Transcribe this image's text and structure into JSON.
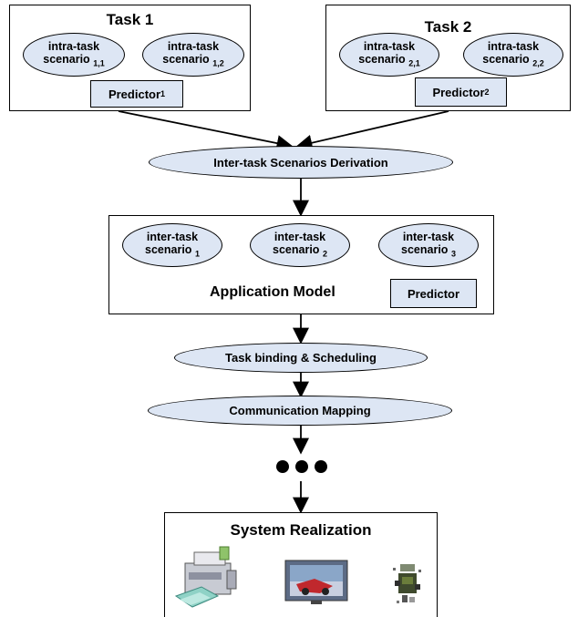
{
  "task1": {
    "title": "Task 1",
    "scenario_a": {
      "line1": "intra-task",
      "line2": "scenario",
      "sub": "1,1"
    },
    "scenario_b": {
      "line1": "intra-task",
      "line2": "scenario",
      "sub": "1,2"
    },
    "predictor": {
      "label": "Predictor",
      "sub": "1"
    }
  },
  "task2": {
    "title": "Task 2",
    "scenario_a": {
      "line1": "intra-task",
      "line2": "scenario",
      "sub": "2,1"
    },
    "scenario_b": {
      "line1": "intra-task",
      "line2": "scenario",
      "sub": "2,2"
    },
    "predictor": {
      "label": "Predictor",
      "sub": "2"
    }
  },
  "derivation": {
    "label": "Inter-task Scenarios Derivation"
  },
  "app_model": {
    "title": "Application Model",
    "scenarios": [
      {
        "line1": "inter-task",
        "line2": "scenario",
        "sub": "1"
      },
      {
        "line1": "inter-task",
        "line2": "scenario",
        "sub": "2"
      },
      {
        "line1": "inter-task",
        "line2": "scenario",
        "sub": "3"
      }
    ],
    "predictor": {
      "label": "Predictor"
    }
  },
  "binding": {
    "label": "Task binding & Scheduling"
  },
  "comm": {
    "label": "Communication Mapping"
  },
  "system": {
    "title": "System Realization",
    "devices": [
      "printer-icon",
      "tv-icon",
      "player-icon"
    ]
  }
}
